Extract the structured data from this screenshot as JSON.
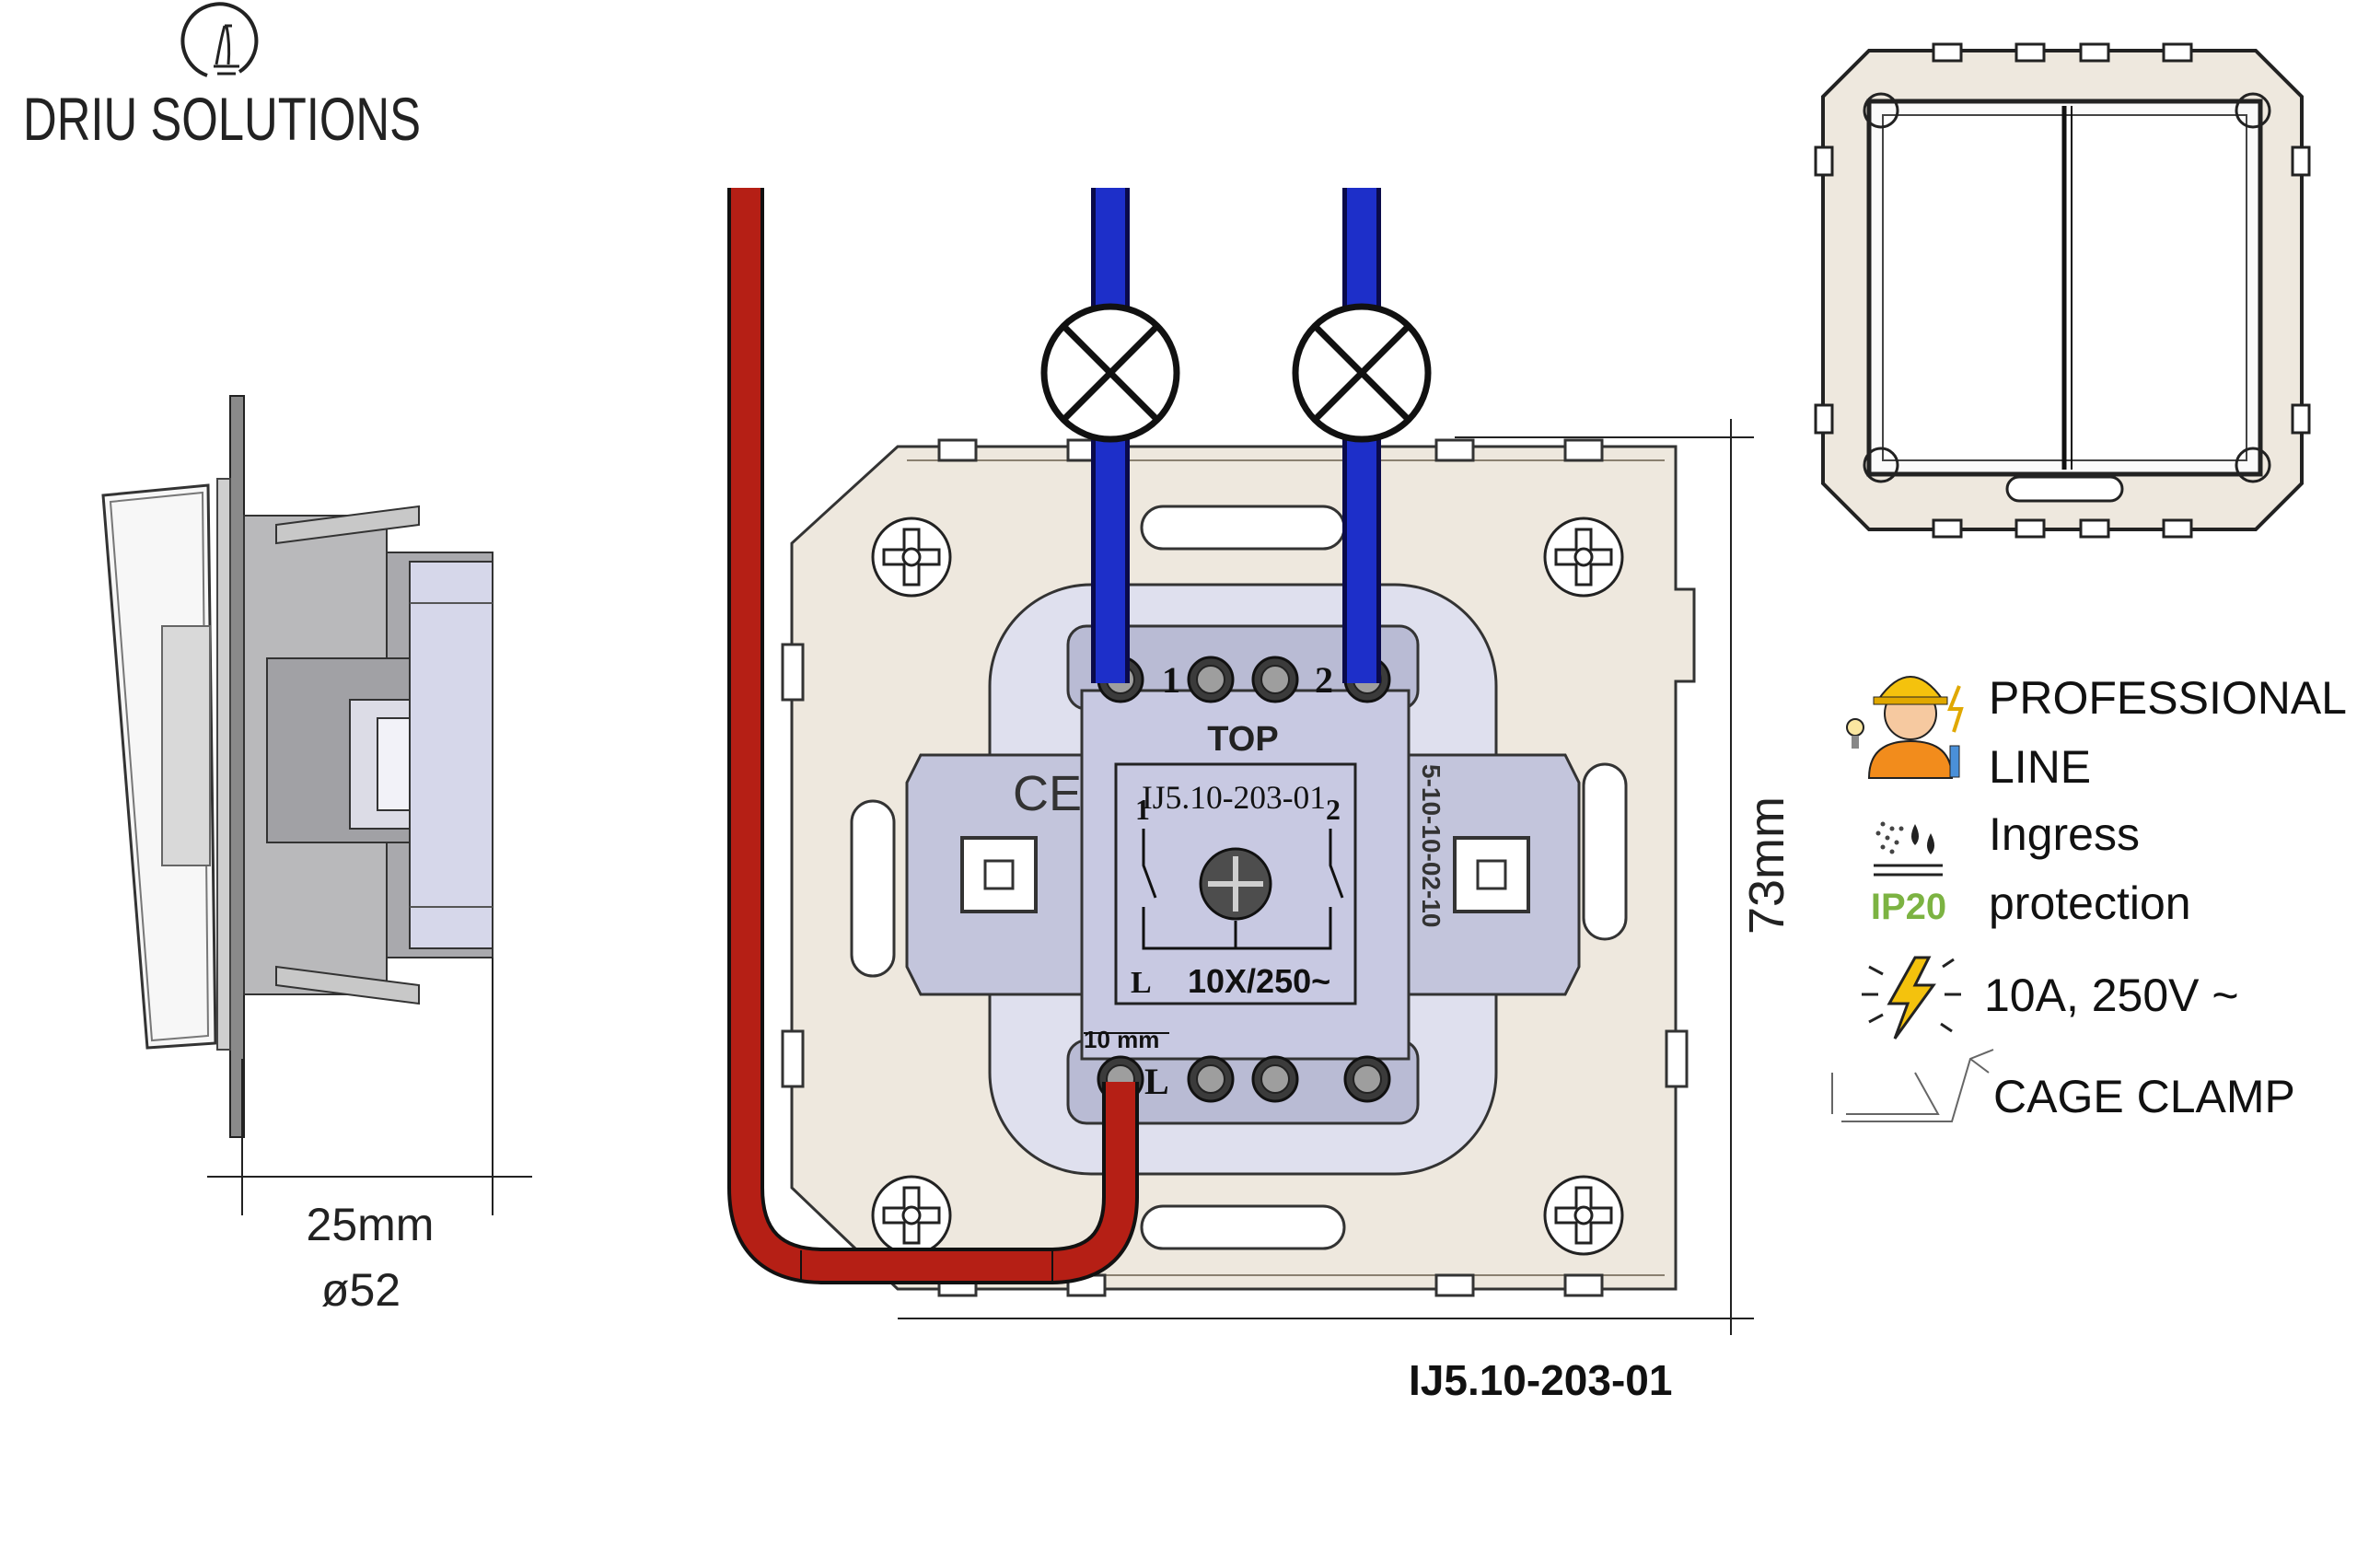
{
  "brand": {
    "name": "DRIU SOLUTIONS"
  },
  "dimensions": {
    "depth": "25mm",
    "diameter": "ø52",
    "height": "73mm"
  },
  "product": {
    "model_code": "IJ5.10-203-01"
  },
  "mechanism_labels": {
    "top": "TOP",
    "model": "IJ5.10-203-01",
    "rating": "10X/250~",
    "strip_length": "10 mm",
    "terminal_1": "1",
    "terminal_2": "2",
    "terminal_L": "L",
    "switch_1": "1",
    "switch_2": "2",
    "line": "L",
    "side_code": "5-10-10-02-10"
  },
  "features": [
    {
      "icon": "electrician-icon",
      "line1": "PROFESSIONAL",
      "line2": "LINE"
    },
    {
      "icon": "ingress-protection-icon",
      "badge": "IP20",
      "line1": "Ingress",
      "line2": "protection"
    },
    {
      "icon": "lightning-bolt-icon",
      "line1": "10A, 250V ~"
    },
    {
      "icon": "cage-clamp-icon",
      "line1": "CAGE CLAMP"
    }
  ],
  "colors": {
    "live_wire": "#b51f15",
    "neutral_wire": "#1d2fc9",
    "frame": "#eee8de",
    "body": "#c7c9dc",
    "ip_badge": "#7cb342",
    "bolt": "#f4c20d",
    "worker_orange": "#f28c1c"
  }
}
